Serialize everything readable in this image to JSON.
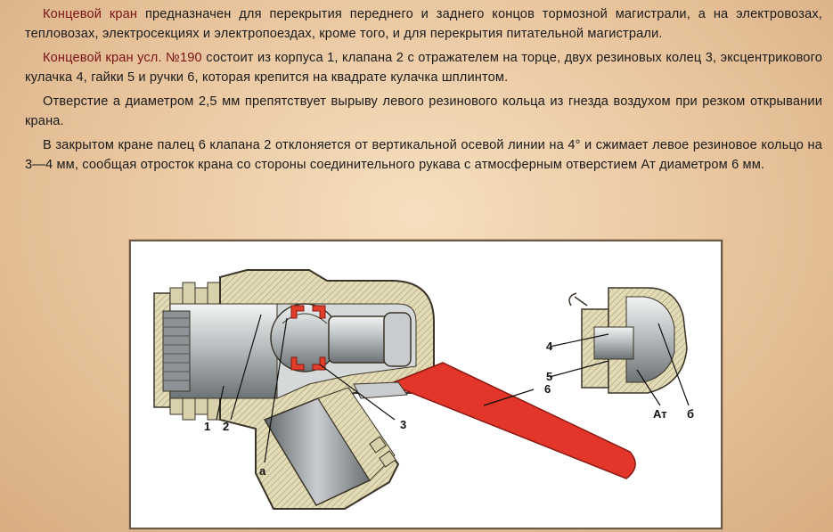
{
  "paragraphs": [
    {
      "highlight": "Концевой кран",
      "text": " предназначен для перекрытия переднего и заднего концов тормозной магистрали, а на электровозах, тепловозах, электросекциях и электропоездах, кроме того, и для перекрытия питательной магистрали."
    },
    {
      "highlight": "Концевой кран усл. №190",
      "text": " состоит из корпуса 1, клапана 2 с отражателем на торце, двух резиновых колец 3, эксцентрикового кулачка 4, гайки 5 и ручки 6, которая крепится на квадрате кулачка шплинтом."
    },
    {
      "highlight": "",
      "text": "Отверстие а диаметром 2,5 мм препятствует вырыву левого резинового кольца из гнезда воздухом при резком открывании крана."
    },
    {
      "highlight": "",
      "text": "В закрытом кране палец 6 клапана 2 отклоняется от вертикальной осевой линии на 4° и сжимает левое резиновое кольцо на 3—4 мм, сообщая отросток крана со стороны соединительного рукава с атмосферным отверстием Ат диаметром 6 мм."
    }
  ],
  "figure": {
    "labels": {
      "part_1": "1",
      "part_2": "2",
      "part_3": "3",
      "part_a": "а",
      "part_4": "4",
      "part_5": "5",
      "part_6": "6",
      "part_at": "Ат",
      "part_6b": "б"
    },
    "colors": {
      "handle": "#e3352a",
      "seal_rings": "#e33d2a",
      "body_metal": "#d8cfa6",
      "steel": "#b9bec0"
    }
  }
}
